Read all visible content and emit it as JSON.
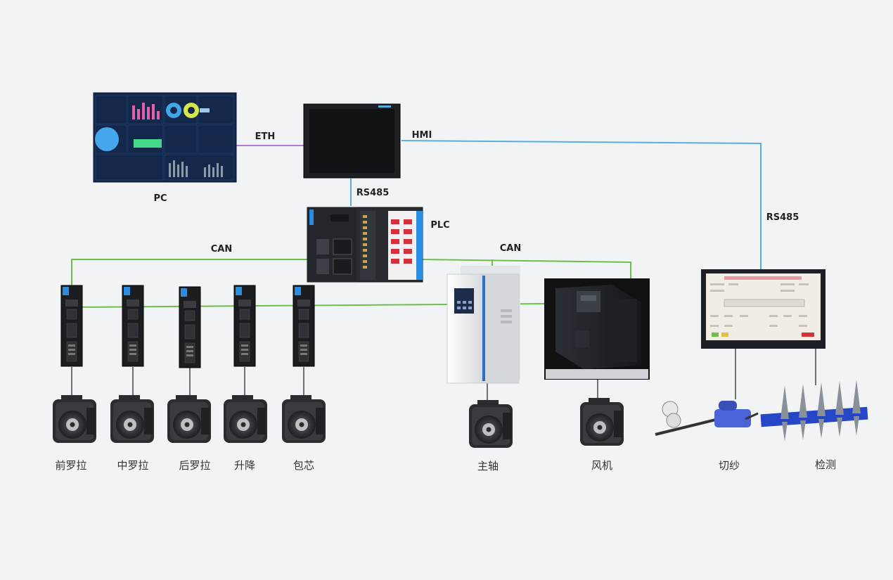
{
  "title": "",
  "devices": {
    "pc": "PC",
    "hmi_screen": "HMI",
    "plc": "PLC"
  },
  "links": {
    "eth": "ETH",
    "hmi": "HMI",
    "rs485_top": "RS485",
    "rs485_right": "RS485",
    "can_left": "CAN",
    "can_right": "CAN"
  },
  "motors": [
    {
      "label": "前罗拉"
    },
    {
      "label": "中罗拉"
    },
    {
      "label": "后罗拉"
    },
    {
      "label": "升降"
    },
    {
      "label": "包芯"
    },
    {
      "label": "主轴"
    },
    {
      "label": "风机"
    }
  ],
  "peripherals": [
    {
      "label": "切纱"
    },
    {
      "label": "检测"
    }
  ],
  "colors": {
    "background": "#f2f3f5",
    "eth_line": "#b07ad8",
    "hmi_line": "#5aaee0",
    "rs485_line": "#5aaee0",
    "can_line": "#6cbf4a",
    "device_dark": "#1d1f24",
    "plc_red": "#d6303a",
    "servo_blue": "#2a8de0"
  }
}
